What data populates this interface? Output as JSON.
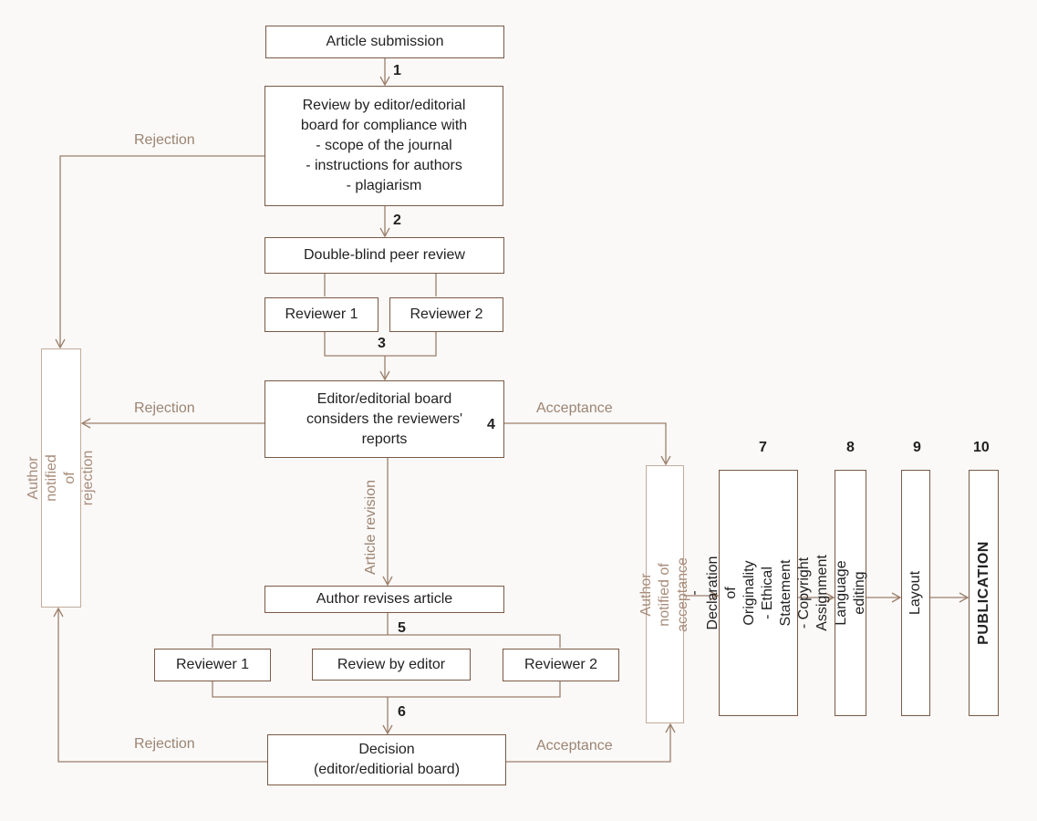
{
  "boxes": {
    "submission": "Article submission",
    "review_editor": "Review by editor/editorial\nboard for compliance with\n- scope of the journal\n- instructions for authors\n- plagiarism",
    "double_blind": "Double-blind peer review",
    "reviewer1_a": "Reviewer 1",
    "reviewer2_a": "Reviewer 2",
    "editor_considers": "Editor/editorial board\nconsiders the reviewers'\nreports",
    "author_revises": "Author revises article",
    "reviewer1_b": "Reviewer 1",
    "review_by_editor": "Review by editor",
    "reviewer2_b": "Reviewer 2",
    "decision": "Decision\n(editor/editiorial board)",
    "author_rejection": "Author notified of rejection",
    "author_acceptance": "Author notified of acceptance",
    "declaration": "- Declaration of Originality\n- Ethical Statement\n- Copyright Assignment",
    "language_editing": "Language editing",
    "layout": "Layout",
    "publication": "PUBLICATION"
  },
  "numbers": {
    "n1": "1",
    "n2": "2",
    "n3": "3",
    "n4": "4",
    "n5": "5",
    "n6": "6",
    "n7": "7",
    "n8": "8",
    "n9": "9",
    "n10": "10"
  },
  "labels": {
    "rejection_1": "Rejection",
    "rejection_2": "Rejection",
    "rejection_3": "Rejection",
    "acceptance_1": "Acceptance",
    "acceptance_2": "Acceptance",
    "article_revision": "Article revision"
  },
  "colors": {
    "line": "#9c7f6b",
    "border": "#7a5a45",
    "light_border": "#c3ab9b",
    "label_text": "#9c8472"
  }
}
